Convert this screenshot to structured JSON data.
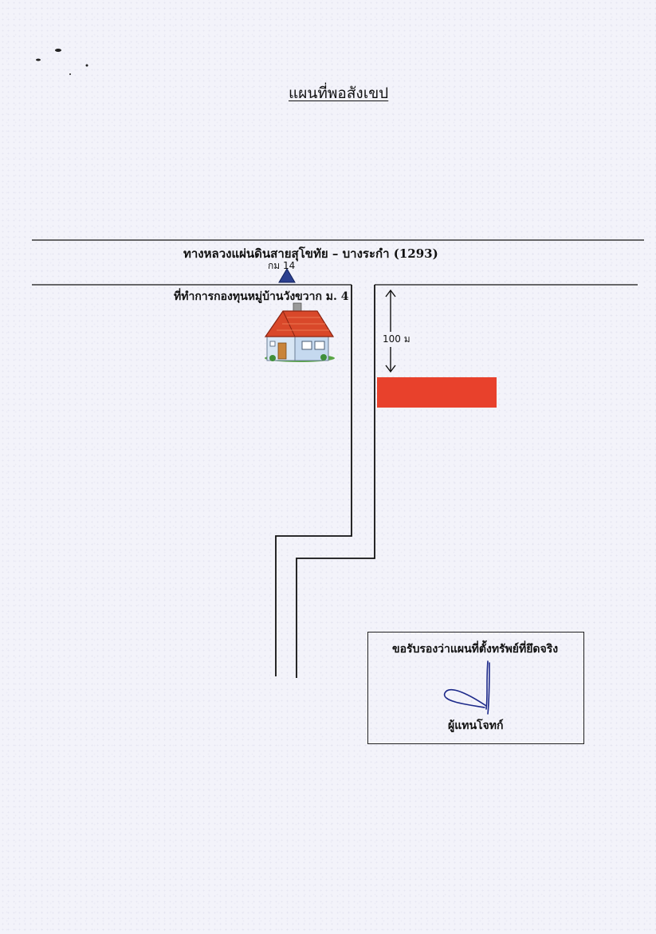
{
  "map": {
    "title": "แผนที่พอสังเขป",
    "highway_label": "ทางหลวงแผ่นดินสายสุโขทัย – บางระกำ (1293)",
    "km_marker_label": "กม 14",
    "office_label": "ที่ทำการกองทุนหมู่บ้านวังขวาก ม. 4",
    "distance_label": "100 ม",
    "certification_text": "ขอรับรองว่าแผนที่ตั้งทรัพย์ที่ยึดจริง",
    "signer_label": "ผู้แทนโจทก์",
    "colors": {
      "property_marker": "#e8412c",
      "km_marker": "#2b3f8f",
      "road_lines": "#111111",
      "roof": "#d9482a",
      "wall": "#cfe0f2"
    },
    "icons": [
      "house-icon",
      "triangle-marker-icon",
      "double-arrow-icon",
      "signature-icon"
    ]
  }
}
